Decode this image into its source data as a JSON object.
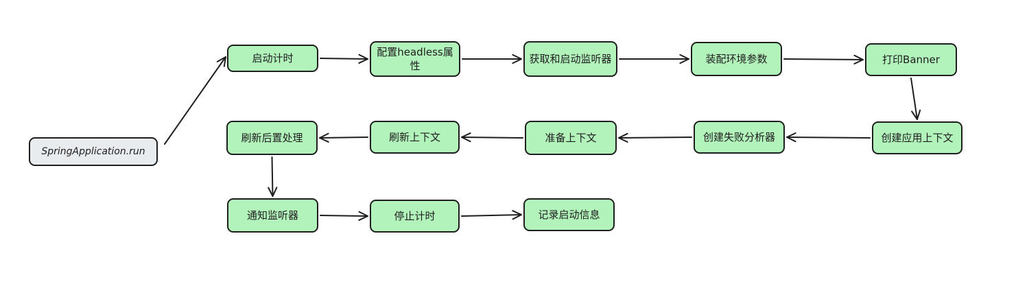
{
  "diagram": {
    "colors": {
      "step_fill": "#b2f2bb",
      "start_fill": "#e9ecef",
      "stroke": "#1e1e1e"
    },
    "nodes": {
      "start": "SpringApplication.run",
      "start_timer": "启动计时",
      "config_headless": "配置headless属性",
      "get_start_listeners": "获取和启动监听器",
      "prepare_environment": "装配环境参数",
      "print_banner": "打印Banner",
      "create_context": "创建应用上下文",
      "create_failure_analyzer": "创建失败分析器",
      "prepare_context": "准备上下文",
      "refresh_context": "刷新上下文",
      "after_refresh": "刷新后置处理",
      "notify_listeners": "通知监听器",
      "stop_timer": "停止计时",
      "log_startup_info": "记录启动信息"
    },
    "edges": [
      [
        "start",
        "start_timer"
      ],
      [
        "start_timer",
        "config_headless"
      ],
      [
        "config_headless",
        "get_start_listeners"
      ],
      [
        "get_start_listeners",
        "prepare_environment"
      ],
      [
        "prepare_environment",
        "print_banner"
      ],
      [
        "print_banner",
        "create_context"
      ],
      [
        "create_context",
        "create_failure_analyzer"
      ],
      [
        "create_failure_analyzer",
        "prepare_context"
      ],
      [
        "prepare_context",
        "refresh_context"
      ],
      [
        "refresh_context",
        "after_refresh"
      ],
      [
        "after_refresh",
        "notify_listeners"
      ],
      [
        "notify_listeners",
        "stop_timer"
      ],
      [
        "stop_timer",
        "log_startup_info"
      ]
    ]
  }
}
